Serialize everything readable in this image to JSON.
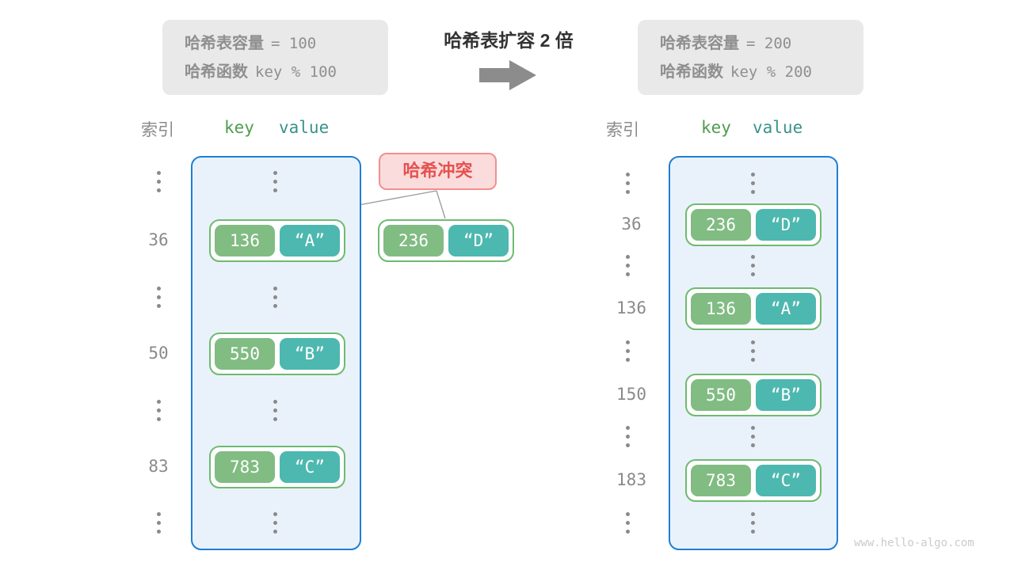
{
  "title": {
    "text": "哈希表扩容 2 倍"
  },
  "info_left": {
    "line1_label": "哈希表容量",
    "line1_code": "= 100",
    "line2_label": "哈希函数",
    "line2_code": "key % 100"
  },
  "info_right": {
    "line1_label": "哈希表容量",
    "line1_code": "= 200",
    "line2_label": "哈希函数",
    "line2_code": "key % 200"
  },
  "headers": {
    "left": {
      "index": "索引",
      "key": "key",
      "value": "value"
    },
    "right": {
      "index": "索引",
      "key": "key",
      "value": "value"
    }
  },
  "collision": {
    "label": "哈希冲突"
  },
  "external_pair": {
    "key": "236",
    "value": "“D”"
  },
  "tables": {
    "left": {
      "rows": [
        {
          "index": "36",
          "key": "136",
          "value": "“A”"
        },
        {
          "index": "50",
          "key": "550",
          "value": "“B”"
        },
        {
          "index": "83",
          "key": "783",
          "value": "“C”"
        }
      ]
    },
    "right": {
      "rows": [
        {
          "index": "36",
          "key": "236",
          "value": "“D”"
        },
        {
          "index": "136",
          "key": "136",
          "value": "“A”"
        },
        {
          "index": "150",
          "key": "550",
          "value": "“B”"
        },
        {
          "index": "183",
          "key": "783",
          "value": "“C”"
        }
      ]
    }
  },
  "watermark": {
    "text": "www.hello-algo.com"
  },
  "colors": {
    "key_box": "#81bc83",
    "value_box": "#4db8af",
    "pair_border": "#6fba70",
    "bucket_bg": "#e9f2fb",
    "bucket_border": "#1e7fd4",
    "info_bg": "#e9e9e9",
    "info_text": "#8f8f8f",
    "collision_bg": "#fbdcdc",
    "collision_border": "#f0908f",
    "collision_text": "#e5514f",
    "header_key": "#4e9d50",
    "header_value": "#39938c",
    "index_text": "#8a8a8a",
    "title_text": "#333333",
    "arrow": "#8c8c8c",
    "connector_line": "#999999",
    "watermark_text": "#cbcbcb"
  }
}
